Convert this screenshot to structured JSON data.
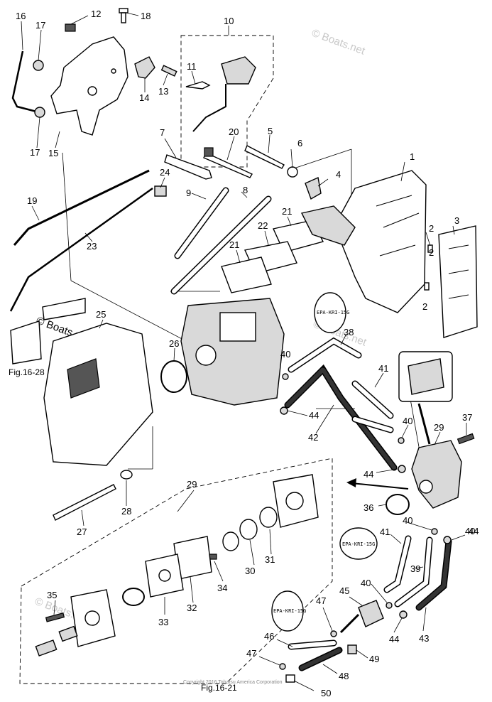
{
  "diagram": {
    "part_numbers": [
      "1",
      "2",
      "2",
      "2",
      "3",
      "4",
      "5",
      "6",
      "7",
      "8",
      "9",
      "10",
      "11",
      "12",
      "13",
      "14",
      "15",
      "16",
      "17",
      "17",
      "18",
      "19",
      "20",
      "21",
      "21",
      "22",
      "23",
      "24",
      "25",
      "26",
      "27",
      "28",
      "29",
      "29",
      "30",
      "31",
      "32",
      "33",
      "34",
      "35",
      "36",
      "37",
      "38",
      "39",
      "40",
      "40",
      "40",
      "40",
      "40",
      "41",
      "41",
      "42",
      "43",
      "44",
      "44",
      "44",
      "44",
      "45",
      "46",
      "47",
      "47",
      "48",
      "49",
      "50"
    ],
    "figure_refs": {
      "fig_top": "Fig.16-28",
      "fig_bottom": "Fig.16-21"
    },
    "tags": {
      "tag_a": "EPA-KRI-15G",
      "tag_b": "EPA-KRI-15G",
      "tag_c": "EPA-KRI-15G"
    },
    "watermarks": {
      "wm_1": "© Boats.net",
      "wm_2": "© Boats.net",
      "wm_3": "© Boats.net",
      "wm_4": "© Boats.net"
    },
    "copyright": "Copyright 2016 Tohatsu America Corporation"
  }
}
